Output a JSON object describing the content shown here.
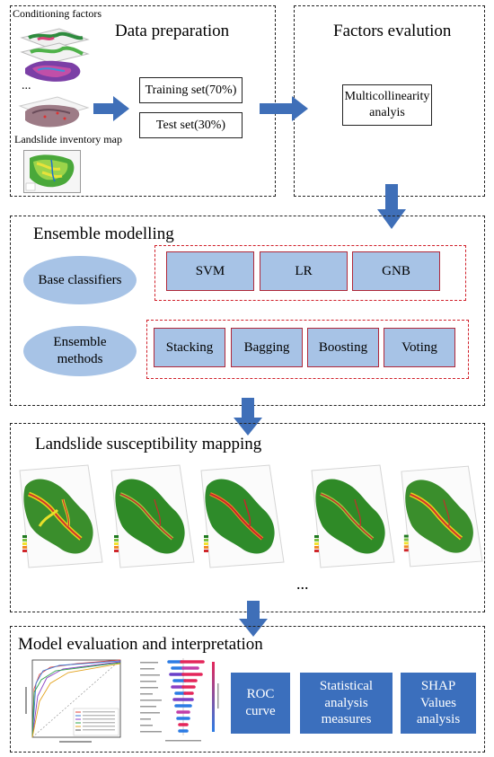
{
  "top": {
    "conditioning_label": "Conditioning factors",
    "ellipsis": "...",
    "inventory_label": "Landslide inventory map",
    "data_prep_title": "Data preparation",
    "training_set": "Training set(70%)",
    "test_set": "Test set(30%)",
    "factors_title": "Factors evalution",
    "multicollinearity": "Multicollinearity analyis"
  },
  "ensemble": {
    "title": "Ensemble modelling",
    "base_label": "Base classifiers",
    "base": [
      "SVM",
      "LR",
      "GNB"
    ],
    "methods_label": "Ensemble methods",
    "methods": [
      "Stacking",
      "Bagging",
      "Boosting",
      "Voting"
    ]
  },
  "mapping": {
    "title": "Landslide susceptibility mapping",
    "ellipsis": "..."
  },
  "evaluation": {
    "title": "Model  evaluation and interpretation",
    "boxes": [
      "ROC curve",
      "Statistical analysis measures",
      "SHAP Values analysis"
    ]
  },
  "colors": {
    "box_blue": "#a7c3e6",
    "dark_blue": "#3b6fbd",
    "arrow_blue": "#3f6fb8",
    "red_dash": "#d0202a"
  }
}
